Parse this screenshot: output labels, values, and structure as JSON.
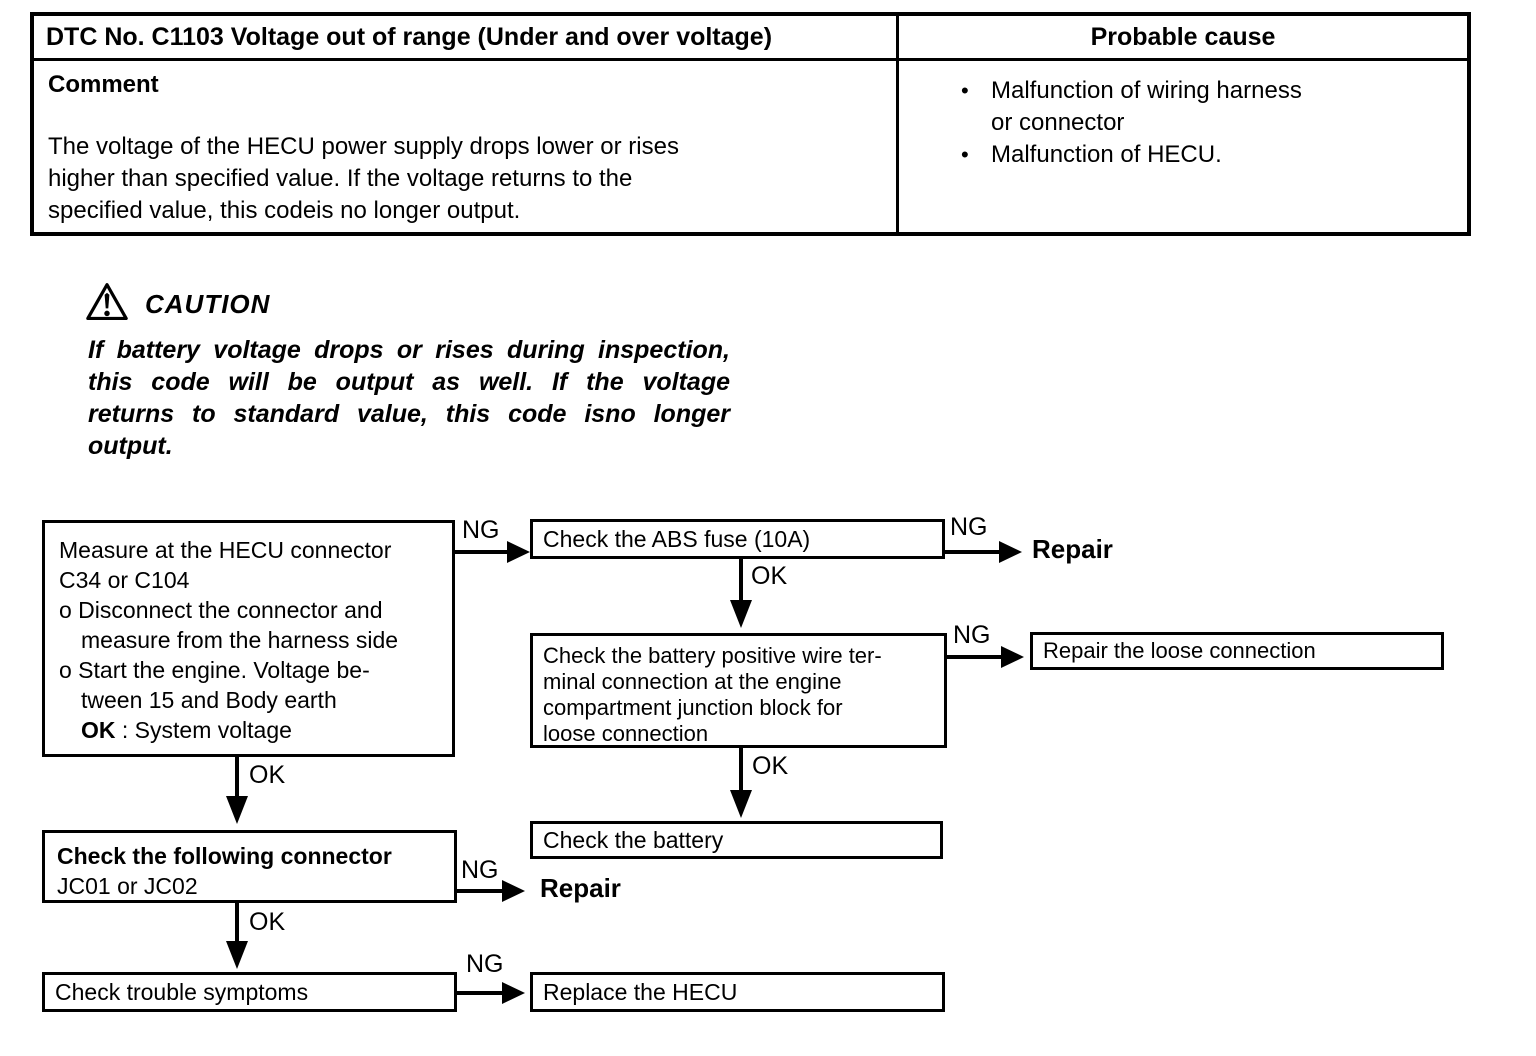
{
  "table": {
    "dtc_header": "DTC No. C1103 Voltage out of range (Under and over voltage)",
    "probable_cause_header": "Probable cause",
    "comment_title": "Comment",
    "comment_lines": {
      "l1": "The voltage of the HECU power supply drops lower or rises",
      "l2": "higher than specified value. If the voltage returns to the",
      "l3": "specified value, this codeis no longer output."
    },
    "causes": {
      "bullet": "•",
      "item1_line1": "Malfunction of wiring harness",
      "item1_line2": "or connector",
      "item2_line1": "Malfunction of HECU."
    }
  },
  "caution": {
    "title": "CAUTION",
    "l1": "If battery voltage drops or rises during inspection,",
    "l2": "this code will be output as well.  If the voltage",
    "l3": "returns to standard value, this code isno longer",
    "l4": "output."
  },
  "flow": {
    "ng": "NG",
    "ok": "OK",
    "repair": "Repair",
    "measure": {
      "l1": "Measure at the HECU connector",
      "l2": "C34 or C104",
      "l3": "o Disconnect the connector and",
      "l4": "measure from the harness side",
      "l5": "o Start the engine. Voltage be-",
      "l6": "tween 15 and Body earth",
      "ok_label": "OK",
      "ok_rest": " : System voltage"
    },
    "abs_fuse": "Check the ABS fuse (10A)",
    "battery_wire": {
      "l1": "Check the battery positive wire ter-",
      "l2": "minal connection at the engine",
      "l3": "compartment junction block for",
      "l4": "loose connection"
    },
    "check_battery": "Check the battery",
    "repair_loose": "Repair the loose connection",
    "connector": {
      "title": "Check the following connector",
      "sub": "JC01 or JC02"
    },
    "symptoms": "Check trouble symptoms",
    "replace": "Replace the HECU"
  },
  "colors": {
    "ink": "#000000",
    "paper": "#ffffff"
  }
}
